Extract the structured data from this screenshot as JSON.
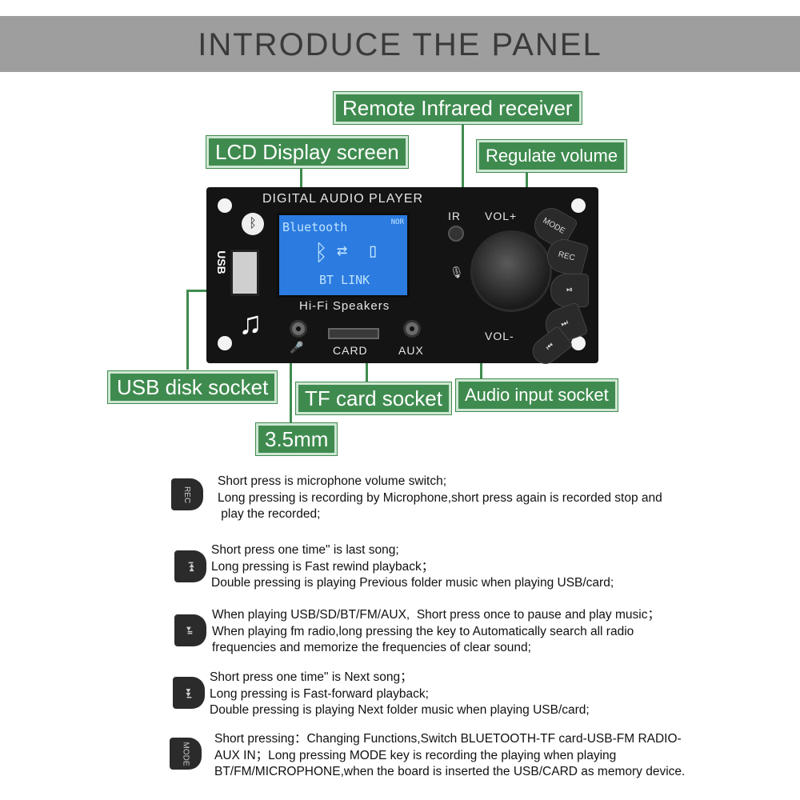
{
  "banner": {
    "title": "INTRODUCE THE PANEL"
  },
  "callouts": {
    "ir": "Remote Infrared receiver",
    "lcd": "LCD Display screen",
    "volume": "Regulate volume",
    "usb": "USB disk socket",
    "tf": "TF card socket",
    "aux": "Audio input socket",
    "jack": "3.5mm"
  },
  "panel": {
    "title": "DIGITAL AUDIO PLAYER",
    "ir_label": "IR",
    "vol_plus": "VOL+",
    "vol_minus": "VOL-",
    "mode_label": "MODE",
    "rec_label": "REC",
    "usb_label": "USB",
    "hifi": "Hi-Fi Speakers",
    "card_label": "CARD",
    "aux_label": "AUX",
    "lcd_line1": "Bluetooth",
    "lcd_line3": "BT LINK",
    "lcd_badge": "NOR"
  },
  "descriptions": [
    {
      "icon": "REC",
      "text": "Short press is microphone volume switch;\nLong pressing is recording by Microphone,short press again is recorded stop and\n play the recorded;"
    },
    {
      "icon": "⏮",
      "text": "Short press one time\" is last song;\nLong pressing is Fast rewind playback；\nDouble pressing is playing Previous folder music when playing USB/card;"
    },
    {
      "icon": "⏯",
      "text": "When playing USB/SD/BT/FM/AUX,  Short press once to pause and play music；\nWhen playing fm radio,long pressing the key to Automatically search all radio\nfrequencies and memorize the frequencies of clear sound;"
    },
    {
      "icon": "⏭",
      "text": "Short press one time\" is Next song；\nLong pressing is Fast-forward playback;\nDouble pressing is playing Next folder music when playing USB/card;"
    },
    {
      "icon": "MODE",
      "text": "Short pressing：Changing Functions,Switch BLUETOOTH-TF card-USB-FM RADIO-\nAUX IN；Long pressing MODE key is recording the playing when playing\nBT/FM/MICROPHONE,when the board is inserted the USB/CARD as memory device."
    }
  ],
  "colors": {
    "callout": "#3f8b4f",
    "banner": "#9e9e9e",
    "lcd": "#2b7be0"
  }
}
